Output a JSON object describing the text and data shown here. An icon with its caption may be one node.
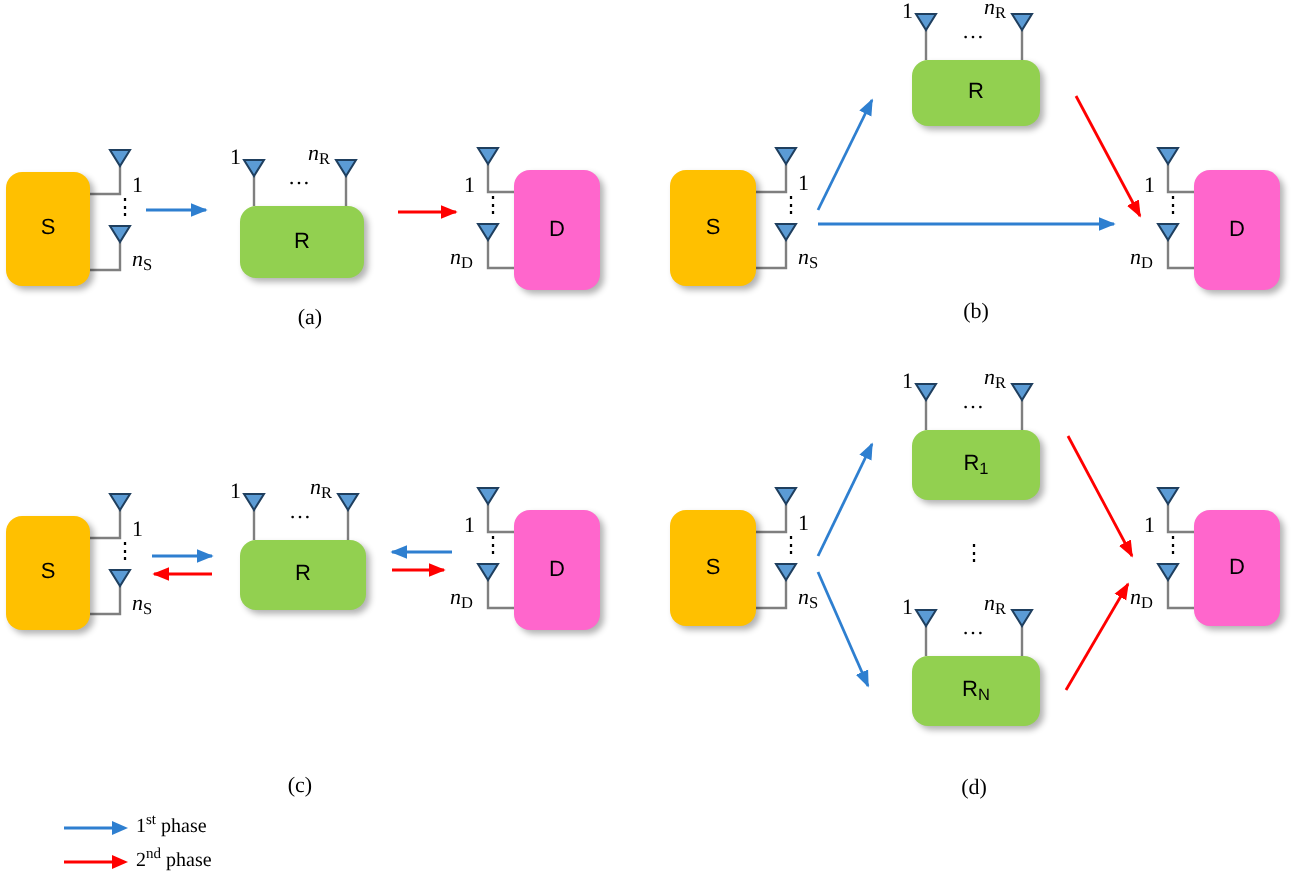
{
  "diagram": {
    "nodes": [
      {
        "text": [
          "S"
        ],
        "beside": [
          "1",
          "⋮",
          "*n*$_{S}$"
        ]
      },
      {
        "text": [
          "R"
        ],
        "beside": [
          "1",
          "…",
          "*n*$_{R}$"
        ]
      },
      {
        "text": [
          "D"
        ],
        "beside": [
          "1",
          "⋮",
          "*n*$_{D}$"
        ]
      },
      {
        "text": [
          "S"
        ],
        "beside": [
          "1",
          "⋮",
          "*n*$_{S}$"
        ]
      },
      {
        "text": [
          "R"
        ],
        "beside": [
          "1",
          "…",
          "*n*$_{R}$"
        ]
      },
      {
        "text": [
          "D"
        ],
        "beside": [
          "1",
          "⋮",
          "*n*$_{D}$"
        ]
      },
      {
        "text": [
          "S"
        ],
        "beside": [
          "1",
          "⋮",
          "*n*$_{S}$"
        ]
      },
      {
        "text": [
          "R"
        ],
        "beside": [
          "1",
          "…",
          "*n*$_{R}$"
        ]
      },
      {
        "text": [
          "D"
        ],
        "beside": [
          "1",
          "⋮",
          "*n*$_{D}$"
        ]
      },
      {
        "text": [
          "S"
        ],
        "beside": [
          "1",
          "⋮",
          "*n*$_{S}$"
        ]
      },
      {
        "text": [
          "R$_{1}$"
        ],
        "beside": [
          "1",
          "…",
          "*n*$_{R}$"
        ]
      },
      {
        "text": [
          "R$_{N}$"
        ],
        "beside": [
          "1",
          "…",
          "*n*$_{R}$"
        ]
      },
      {
        "text": [
          "D"
        ],
        "beside": [
          "1",
          "⋮",
          "*n*$_{D}$"
        ]
      }
    ],
    "edges": [
      {
        "from": 0,
        "to": 1,
        "arrow": "to"
      },
      {
        "from": 1,
        "to": 2,
        "arrow": "to",
        "color": "#ff0000"
      },
      {
        "from": 3,
        "to": 4,
        "arrow": "to"
      },
      {
        "from": 3,
        "to": 5,
        "arrow": "to"
      },
      {
        "from": 4,
        "to": 5,
        "arrow": "to",
        "color": "#ff0000"
      },
      {
        "from": 6,
        "to": 7,
        "arrow": "to"
      },
      {
        "from": 7,
        "to": 6,
        "arrow": "to",
        "color": "#ff0000"
      },
      {
        "from": 8,
        "to": 7,
        "arrow": "to"
      },
      {
        "from": 7,
        "to": 8,
        "arrow": "to",
        "color": "#ff0000"
      },
      {
        "from": 9,
        "to": 10,
        "arrow": "to"
      },
      {
        "from": 9,
        "to": 11,
        "arrow": "to"
      },
      {
        "from": 10,
        "to": 12,
        "arrow": "to",
        "color": "#ff0000"
      },
      {
        "from": 11,
        "to": 12,
        "arrow": "to",
        "color": "#ff0000"
      }
    ],
    "labels": [
      "(a)",
      "(b)",
      "⋮",
      "(c)",
      "(d)"
    ],
    "legend": [
      {
        "text": "1$^{st}$ phase"
      },
      {
        "text": "2$^{nd}$ phase"
      }
    ]
  }
}
